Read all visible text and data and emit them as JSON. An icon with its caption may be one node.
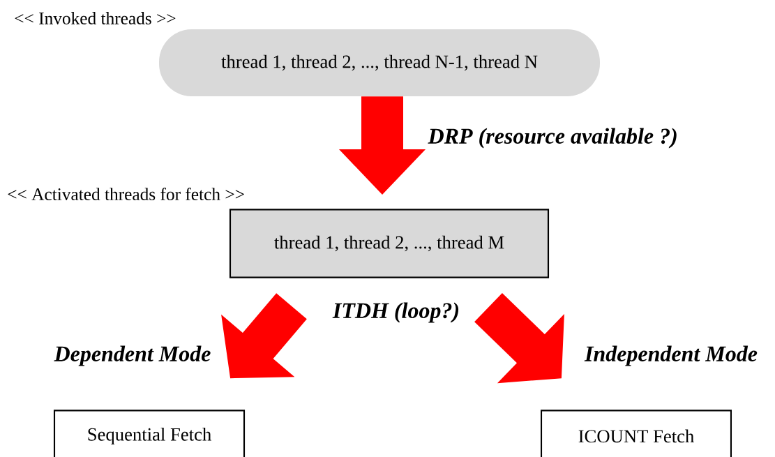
{
  "diagram": {
    "nodes": [
      {
        "text": [
          "<< Invoked threads >>",
          "thread 1, thread 2, ..., thread N-1, thread N"
        ]
      },
      {
        "text": [
          "<< Activated threads for fetch >>",
          "thread 1, thread 2, ..., thread M"
        ]
      },
      {
        "text": [
          "Sequential Fetch"
        ]
      },
      {
        "text": [
          "ICOUNT Fetch"
        ]
      }
    ],
    "edges": [
      {
        "from": 0,
        "to": 1,
        "arrow": "to",
        "label": "DRP (resource available ?)"
      },
      {
        "from": 1,
        "to": 2,
        "arrow": "to",
        "label": "Dependent Mode"
      },
      {
        "from": 1,
        "to": 3,
        "arrow": "to",
        "label": "Independent Mode"
      }
    ],
    "labels": [
      "ITDH (loop?)"
    ]
  }
}
